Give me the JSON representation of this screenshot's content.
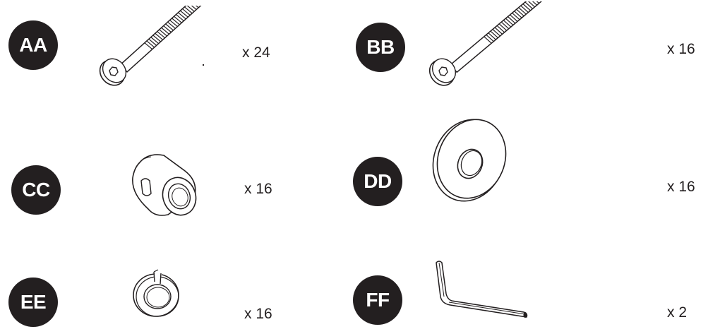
{
  "parts": [
    {
      "id": "AA",
      "icon": "bolt-icon",
      "quantity": "x 24"
    },
    {
      "id": "BB",
      "icon": "bolt-icon",
      "quantity": "x 16"
    },
    {
      "id": "CC",
      "icon": "barrel-nut-icon",
      "quantity": "x 16"
    },
    {
      "id": "DD",
      "icon": "washer-icon",
      "quantity": "x 16"
    },
    {
      "id": "EE",
      "icon": "lock-washer-icon",
      "quantity": "x 16"
    },
    {
      "id": "FF",
      "icon": "allen-key-icon",
      "quantity": "x 2"
    }
  ],
  "colors": {
    "ink": "#231f20",
    "background": "#ffffff"
  }
}
